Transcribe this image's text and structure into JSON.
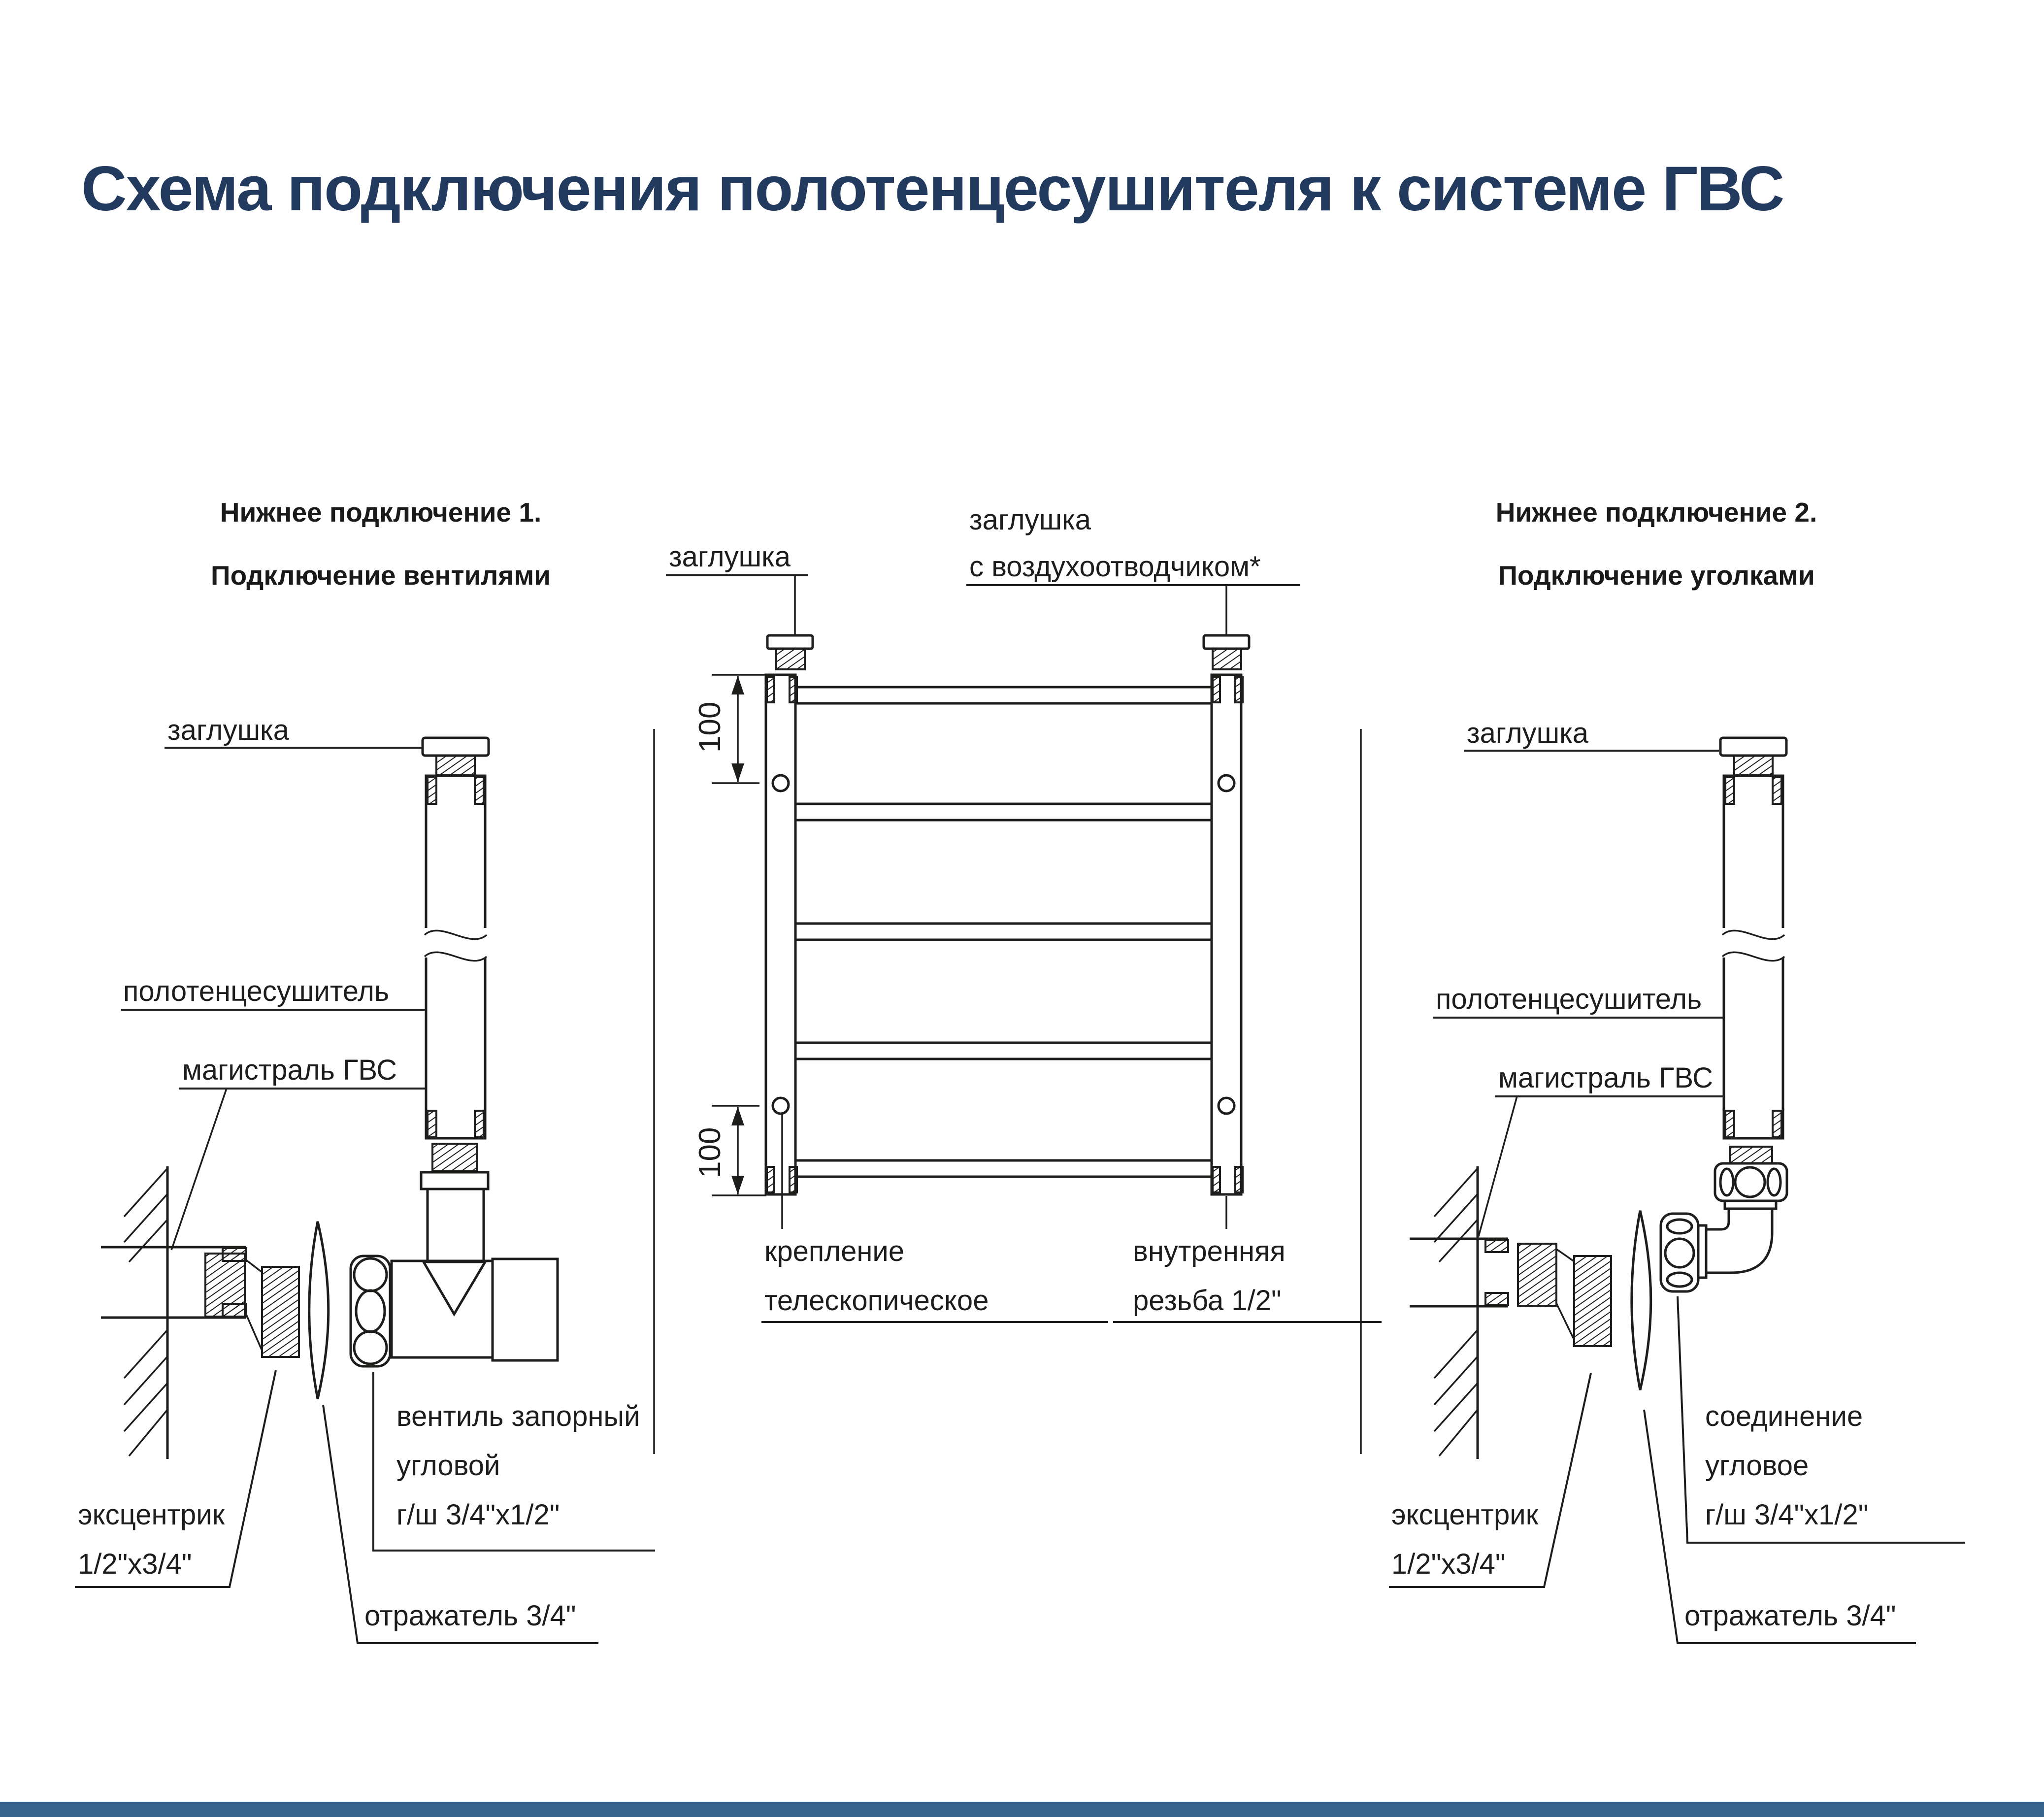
{
  "title": "Схема подключения полотенцесушителя к системе ГВС",
  "colors": {
    "title_navy": "#223a5e",
    "line_black": "#1d1d1b",
    "footer_blue": "#36648d"
  },
  "sections": {
    "left": {
      "header1": "Нижнее подключение 1.",
      "header2": "Подключение вентилями",
      "labels": {
        "plug": "заглушка",
        "towel_rail": "полотенцесушитель",
        "hws_main": "магистраль ГВС",
        "valve1": "вентиль запорный",
        "valve2": "угловой",
        "valve3": "г/ш 3/4\"х1/2\"",
        "eccentric1": "эксцентрик",
        "eccentric2": "1/2\"х3/4\"",
        "reflector": "отражатель 3/4\""
      }
    },
    "center": {
      "labels": {
        "plug": "заглушка",
        "air_plug1": "заглушка",
        "air_plug2": "с воздухоотводчиком*",
        "dim_top": "100",
        "dim_bottom": "100",
        "bracket1": "крепление",
        "bracket2": "телескопическое",
        "thread1": "внутренняя",
        "thread2": "резьба 1/2\""
      }
    },
    "right": {
      "header1": "Нижнее подключение 2.",
      "header2": "Подключение уголками",
      "labels": {
        "plug": "заглушка",
        "towel_rail": "полотенцесушитель",
        "hws_main": "магистраль ГВС",
        "elbow1": "соединение",
        "elbow2": "угловое",
        "elbow3": "г/ш 3/4\"х1/2\"",
        "eccentric1": "эксцентрик",
        "eccentric2": "1/2\"х3/4\"",
        "reflector": "отражатель 3/4\""
      }
    }
  }
}
